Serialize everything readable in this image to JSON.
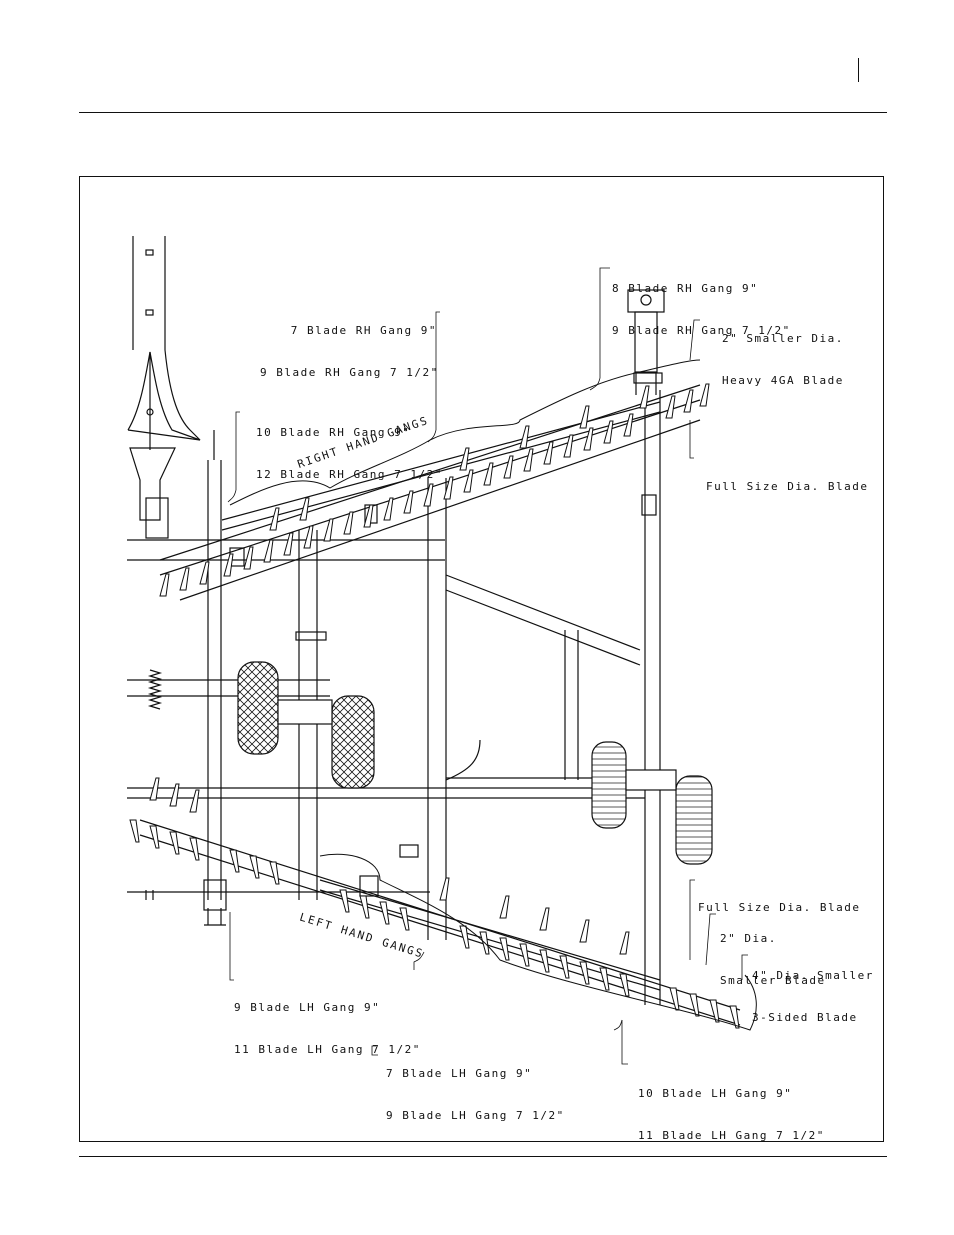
{
  "labels": {
    "rh_top_l1": "8 Blade RH Gang 9\"",
    "rh_top_l2": "9 Blade RH Gang 7 1/2\"",
    "rh_mid_l1": "7 Blade RH Gang 9\"",
    "rh_mid_l2": "9 Blade RH Gang 7 1/2\"",
    "rh_left_l1": "10 Blade RH Gang 9\"",
    "rh_left_l2": "12 Blade RH Gang 7 1/2\"",
    "smaller_dia_l1": "2\" Smaller Dia.",
    "smaller_dia_l2": "Heavy 4GA Blade",
    "full_size_top": "Full Size Dia. Blade",
    "right_hand_gangs": "RIGHT HAND GANGS",
    "left_hand_gangs": "LEFT HAND GANGS",
    "full_size_bottom": "Full Size Dia. Blade",
    "two_dia_l1": "2\" Dia.",
    "two_dia_l2": "Smaller Blade",
    "four_dia_l1": "4\" Dia. Smaller",
    "four_dia_l2": "3-Sided Blade",
    "lh_left_l1": "9 Blade LH Gang 9\"",
    "lh_left_l2": "11 Blade LH Gang 7 1/2\"",
    "lh_mid_l1": "7 Blade LH Gang 9\"",
    "lh_mid_l2": "9 Blade LH Gang 7 1/2\"",
    "lh_right_l1": "10 Blade LH Gang 9\"",
    "lh_right_l2": "11 Blade LH Gang 7 1/2\""
  }
}
